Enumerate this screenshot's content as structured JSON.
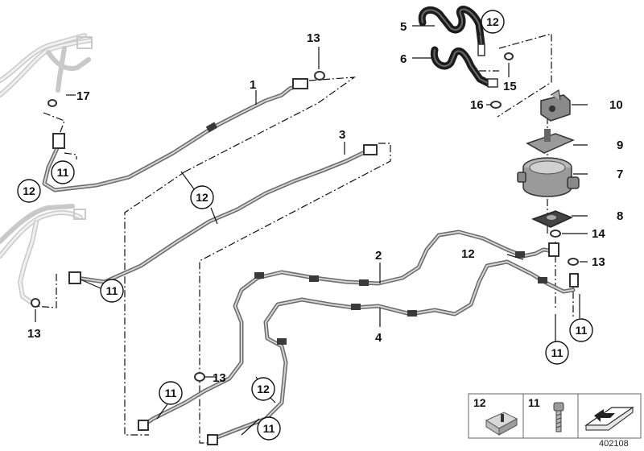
{
  "callouts": {
    "c1": "1",
    "c2": "2",
    "c3": "3",
    "c4": "4",
    "c5": "5",
    "c6": "6",
    "c7": "7",
    "c8": "8",
    "c9": "9",
    "c10": "10",
    "c11": "11",
    "c12": "12",
    "c13": "13",
    "c14": "14",
    "c15": "15",
    "c16": "16",
    "c17": "17"
  },
  "legend": {
    "left_number": "12",
    "right_number": "11"
  },
  "document_id": "402108",
  "colors": {
    "pipe": "#6a6a6a",
    "hose": "#1c1c1c",
    "ghost": "#c9c9c9",
    "line": "#111111"
  }
}
